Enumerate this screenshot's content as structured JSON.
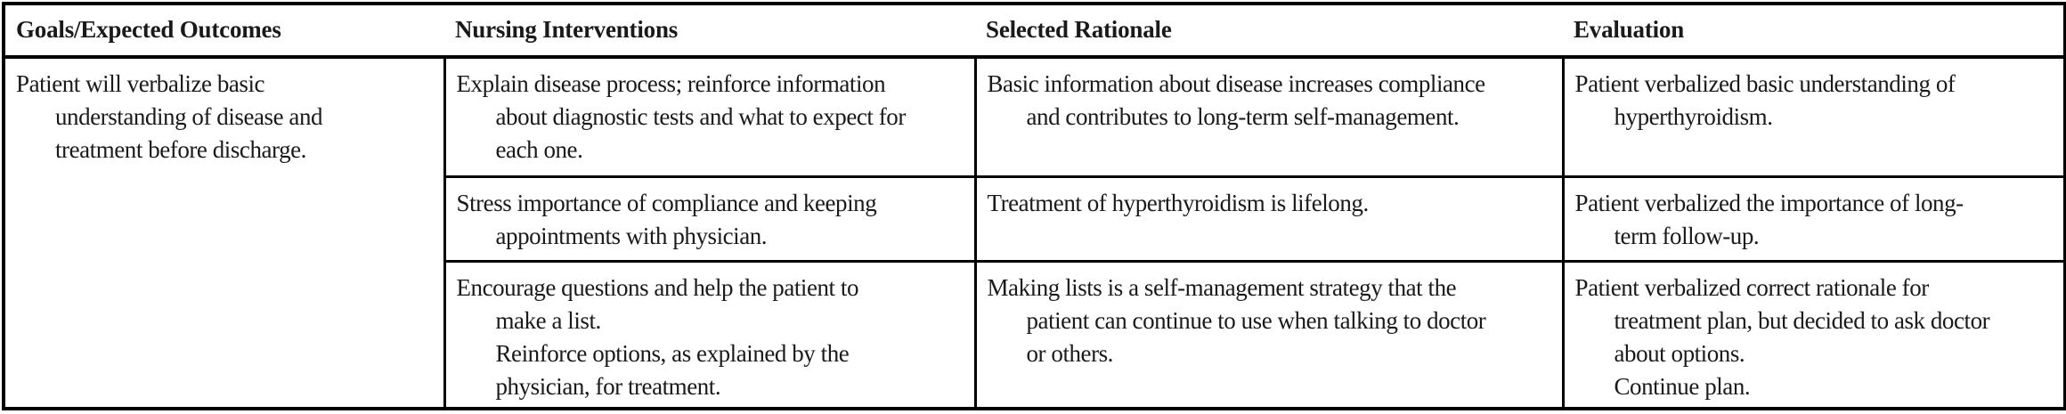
{
  "colors": {
    "background": "#ffffff",
    "text": "#1a1a1a",
    "border": "#000000"
  },
  "table": {
    "headers": {
      "goals": "Goals/Expected Outcomes",
      "interventions": "Nursing Interventions",
      "rationale": "Selected Rationale",
      "evaluation": "Evaluation"
    },
    "goal_cell": {
      "lines": [
        "Patient will verbalize basic",
        "understanding of disease and",
        "treatment before discharge."
      ]
    },
    "rows": [
      {
        "interventions": {
          "lines": [
            "Explain disease process; reinforce information",
            "about diagnostic tests and what to expect for",
            "each one."
          ]
        },
        "rationale": {
          "lines": [
            "Basic information about disease increases compliance",
            "and contributes to long-term self-management."
          ]
        },
        "evaluation": {
          "lines": [
            "Patient verbalized basic understanding of",
            "hyperthyroidism."
          ]
        }
      },
      {
        "interventions": {
          "lines": [
            "Stress importance of compliance and keeping",
            "appointments with physician."
          ]
        },
        "rationale": {
          "lines": [
            "Treatment of hyperthyroidism is lifelong."
          ]
        },
        "evaluation": {
          "lines": [
            "Patient verbalized the importance of long-",
            "term follow-up."
          ]
        }
      },
      {
        "interventions": {
          "lines": [
            "Encourage questions and help the patient to",
            "make a list.",
            "Reinforce options, as explained by the",
            "physician, for treatment."
          ]
        },
        "rationale": {
          "lines": [
            "Making lists is a self-management strategy that the",
            "patient can continue to use when talking to doctor",
            "or others."
          ]
        },
        "evaluation": {
          "lines": [
            "Patient verbalized correct rationale for",
            "treatment plan, but decided to ask doctor",
            "about options.",
            "Continue plan."
          ]
        }
      }
    ]
  }
}
